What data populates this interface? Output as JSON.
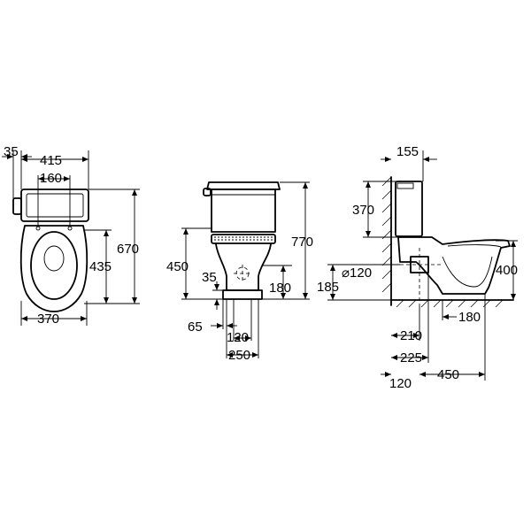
{
  "dimensions": {
    "front_top_35": "35",
    "front_top_415": "415",
    "front_top_160": "160",
    "front_670": "670",
    "front_435": "435",
    "front_370": "370",
    "side_770": "770",
    "side_450": "450",
    "side_35": "35",
    "side_180": "180",
    "side_65": "65",
    "side_120": "120",
    "side_250": "250",
    "right_155": "155",
    "right_370": "370",
    "right_400": "400",
    "right_185": "185",
    "right_d120": "⌀120",
    "right_180": "180",
    "right_210": "210",
    "right_225": "225",
    "right_450": "450",
    "right_120": "120"
  }
}
